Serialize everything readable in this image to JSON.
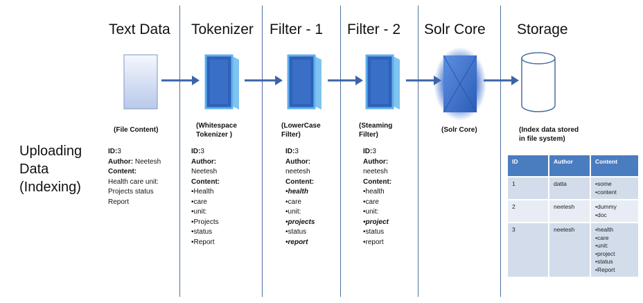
{
  "columns": [
    {
      "heading": "Text Data",
      "caption": "(File Content)"
    },
    {
      "heading": "Tokenizer",
      "caption": "(Whitespace\nTokenizer )"
    },
    {
      "heading": "Filter - 1",
      "caption": "(LowerCase\nFilter)"
    },
    {
      "heading": "Filter - 2",
      "caption": "(Steaming\nFilter)"
    },
    {
      "heading": "Solr Core",
      "caption": "(Solr Core)"
    },
    {
      "heading": "Storage",
      "caption": "(Index data stored\nin file system)"
    }
  ],
  "side_label": [
    "Uploading",
    "Data",
    "(Indexing)"
  ],
  "labels": {
    "id": "ID:",
    "author": "Author:",
    "content": "Content:"
  },
  "doc": {
    "id": "3",
    "author": "Neetesh",
    "author_lower": "neetesh"
  },
  "text_data_content": [
    "Health care unit:",
    "Projects status",
    "Report"
  ],
  "tokenizer_tokens": [
    "•Health",
    "•care",
    "•unit:",
    "•Projects",
    "•status",
    "•Report"
  ],
  "filter1_tokens": [
    "•health",
    "•care",
    "•unit:",
    "•projects",
    "•status",
    "•report"
  ],
  "filter2_tokens": [
    "•health",
    "•care",
    "•unit:",
    "•project",
    "•status",
    "•report"
  ],
  "storage_table": {
    "headers": [
      "ID",
      "Author",
      "Content"
    ],
    "rows": [
      {
        "id": "1",
        "author": "datta",
        "content": [
          "•some",
          "•content"
        ]
      },
      {
        "id": "2",
        "author": "neetesh",
        "content": [
          "•dummy",
          "•doc"
        ]
      },
      {
        "id": "3",
        "author": "neetesh",
        "content": [
          "•health",
          "•care",
          "•unit:",
          "•project",
          "•status",
          "•Report"
        ]
      }
    ]
  },
  "colors": {
    "separator": "#4a6fa0",
    "block": "#3a6fc8",
    "table_header": "#4a7cc0",
    "arrow": "#3b64a8"
  }
}
